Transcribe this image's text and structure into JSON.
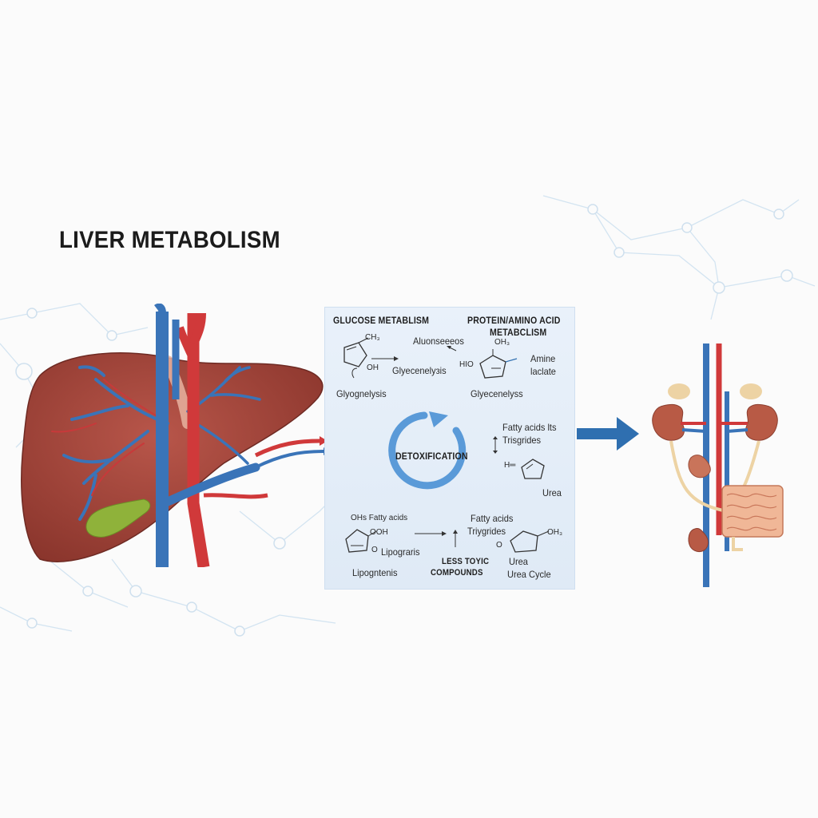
{
  "title": "LIVER METABOLISM",
  "panel": {
    "glucose_header": "GLUCOSE METABLISM",
    "protein_header_line1": "PROTEIN/AMINO ACID",
    "protein_header_line2": "METABCLISM",
    "ch3_top": "CH₃",
    "oh_top": "OH",
    "aluoneseeos": "Aluonseeeos",
    "glyecenelyzis": "Glyecenelyзis",
    "glyognelysis": "Glyognelysis",
    "oh3_top_right": "OH₃",
    "hio": "HIO",
    "amine": "Amine",
    "laclate": "laclate",
    "glyecenelyss": "Glyecenelyss",
    "detox": "DETOXIFICATION",
    "fatty_acids_1": "Fatty acids lts",
    "trisgrides": "Trisgrides",
    "h_eq": "H═",
    "urea_mid": "Urea",
    "ohs_fatty": "OHs Fatty acids",
    "ooh": "OOH",
    "lipograris": "Lipograris",
    "lipogntenis": "Lipogntenis",
    "o_small": "O",
    "fatty_acids_2": "Fatty acids",
    "triygrides": "Triygrides",
    "less_toxic_1": "LESS TOYIC",
    "less_toxic_2": "COMPOUNDS",
    "urea_2": "Urea",
    "urea_cycle": "Urea Cycle",
    "o_right": "O",
    "oh3_right": "OH₃"
  },
  "colors": {
    "liver": "#a8463b",
    "liver_dark": "#7e2f28",
    "vein": "#3a74b8",
    "artery": "#d0393a",
    "gallbladder": "#8fb23a",
    "panel_bg": "#e4edf7",
    "arrow": "#2f6fb0",
    "kidney": "#b85a45",
    "network": "#cfe2f0"
  },
  "icons": [
    "liver-illustration",
    "cycle-arrow-icon",
    "flow-arrow-icon",
    "kidney-illustration",
    "intestine-illustration",
    "molecule-network-background"
  ]
}
